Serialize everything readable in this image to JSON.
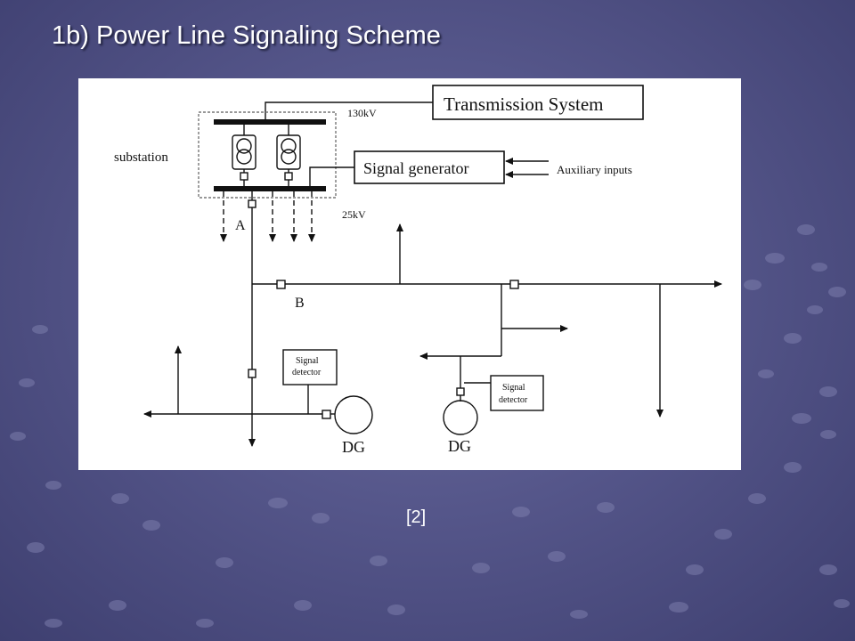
{
  "slide": {
    "title": "1b) Power Line Signaling Scheme",
    "reference": "[2]"
  },
  "diagram": {
    "transmission_system": "Transmission System",
    "voltage_high": "130kV",
    "substation": "substation",
    "signal_generator": "Signal generator",
    "auxiliary_inputs": "Auxiliary inputs",
    "voltage_low": "25kV",
    "node_a": "A",
    "node_b": "B",
    "signal_detector_left_1": "Signal",
    "signal_detector_left_2": "detector",
    "signal_detector_right_1": "Signal",
    "signal_detector_right_2": "detector",
    "dg_left": "DG",
    "dg_right": "DG"
  },
  "colors": {
    "background": "#55568a",
    "panel": "#ffffff",
    "line": "#111111",
    "title_text": "#ffffff"
  }
}
